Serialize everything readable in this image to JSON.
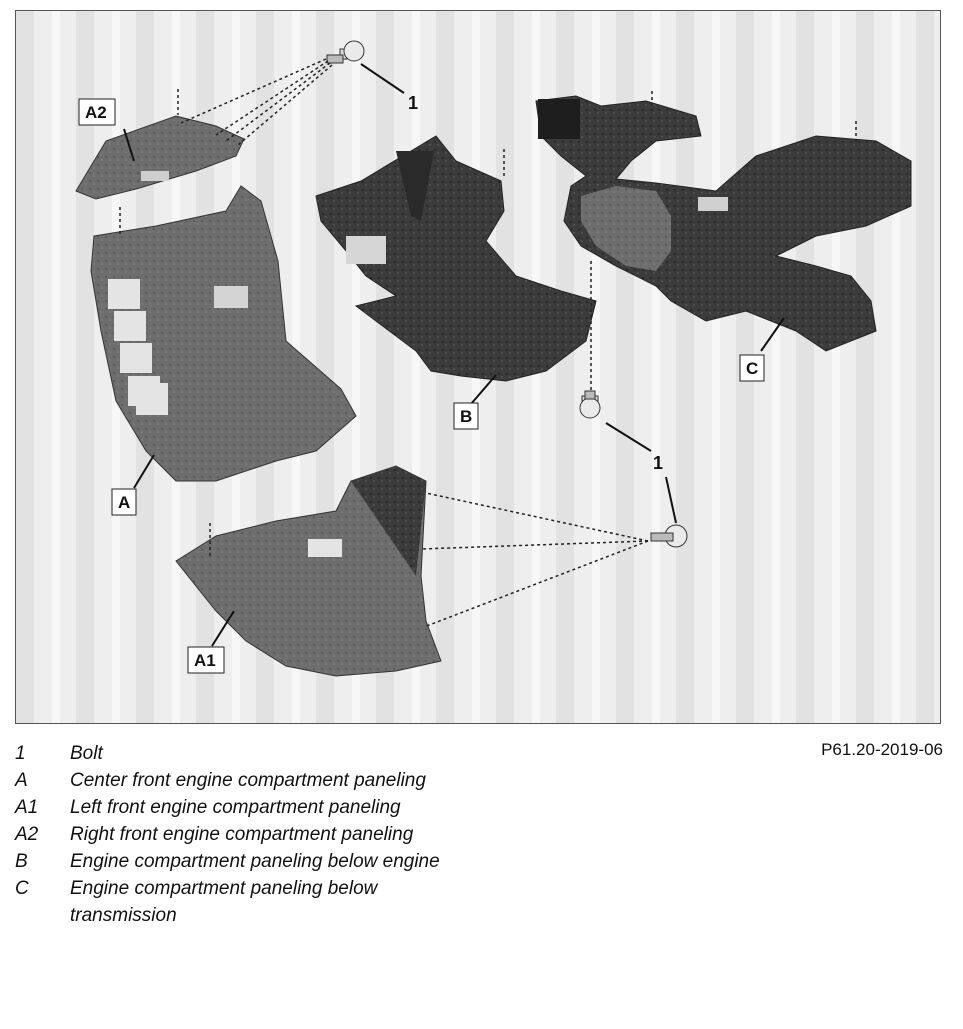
{
  "figure_ref": "P61.20-2019-06",
  "labels": {
    "bolt_top": "1",
    "bolt_mid": "1",
    "a2": "A2",
    "a": "A",
    "b": "B",
    "c": "C",
    "a1": "A1"
  },
  "legend": [
    {
      "key": "1",
      "text": "Bolt"
    },
    {
      "key": "A",
      "text": "Center front engine compartment paneling"
    },
    {
      "key": "A1",
      "text": "Left front engine compartment paneling"
    },
    {
      "key": "A2",
      "text": "Right front engine compartment paneling"
    },
    {
      "key": "B",
      "text": "Engine compartment paneling below engine"
    },
    {
      "key": "C",
      "text": "Engine compartment paneling below transmission"
    }
  ]
}
